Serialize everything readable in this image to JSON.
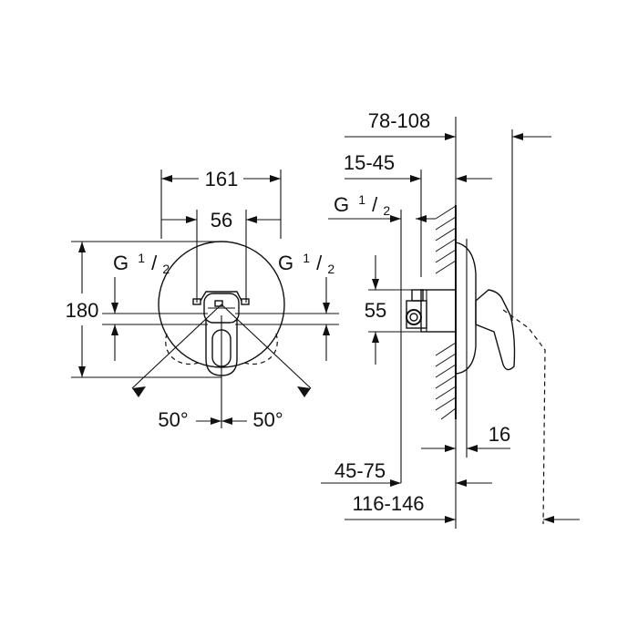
{
  "front_view": {
    "dim_width": "161",
    "dim_spacing": "56",
    "dim_height": "180",
    "thread_left": {
      "base": "G",
      "num": "1",
      "den": "2"
    },
    "thread_right": {
      "base": "G",
      "num": "1",
      "den": "2"
    },
    "angle_left": "50°",
    "angle_right": "50°"
  },
  "side_view": {
    "dim_overall": "78-108",
    "dim_wall": "15-45",
    "thread": {
      "base": "G",
      "num": "1",
      "den": "2"
    },
    "dim_55": "55",
    "dim_16": "16",
    "dim_depth": "45-75",
    "dim_total": "116-146"
  }
}
